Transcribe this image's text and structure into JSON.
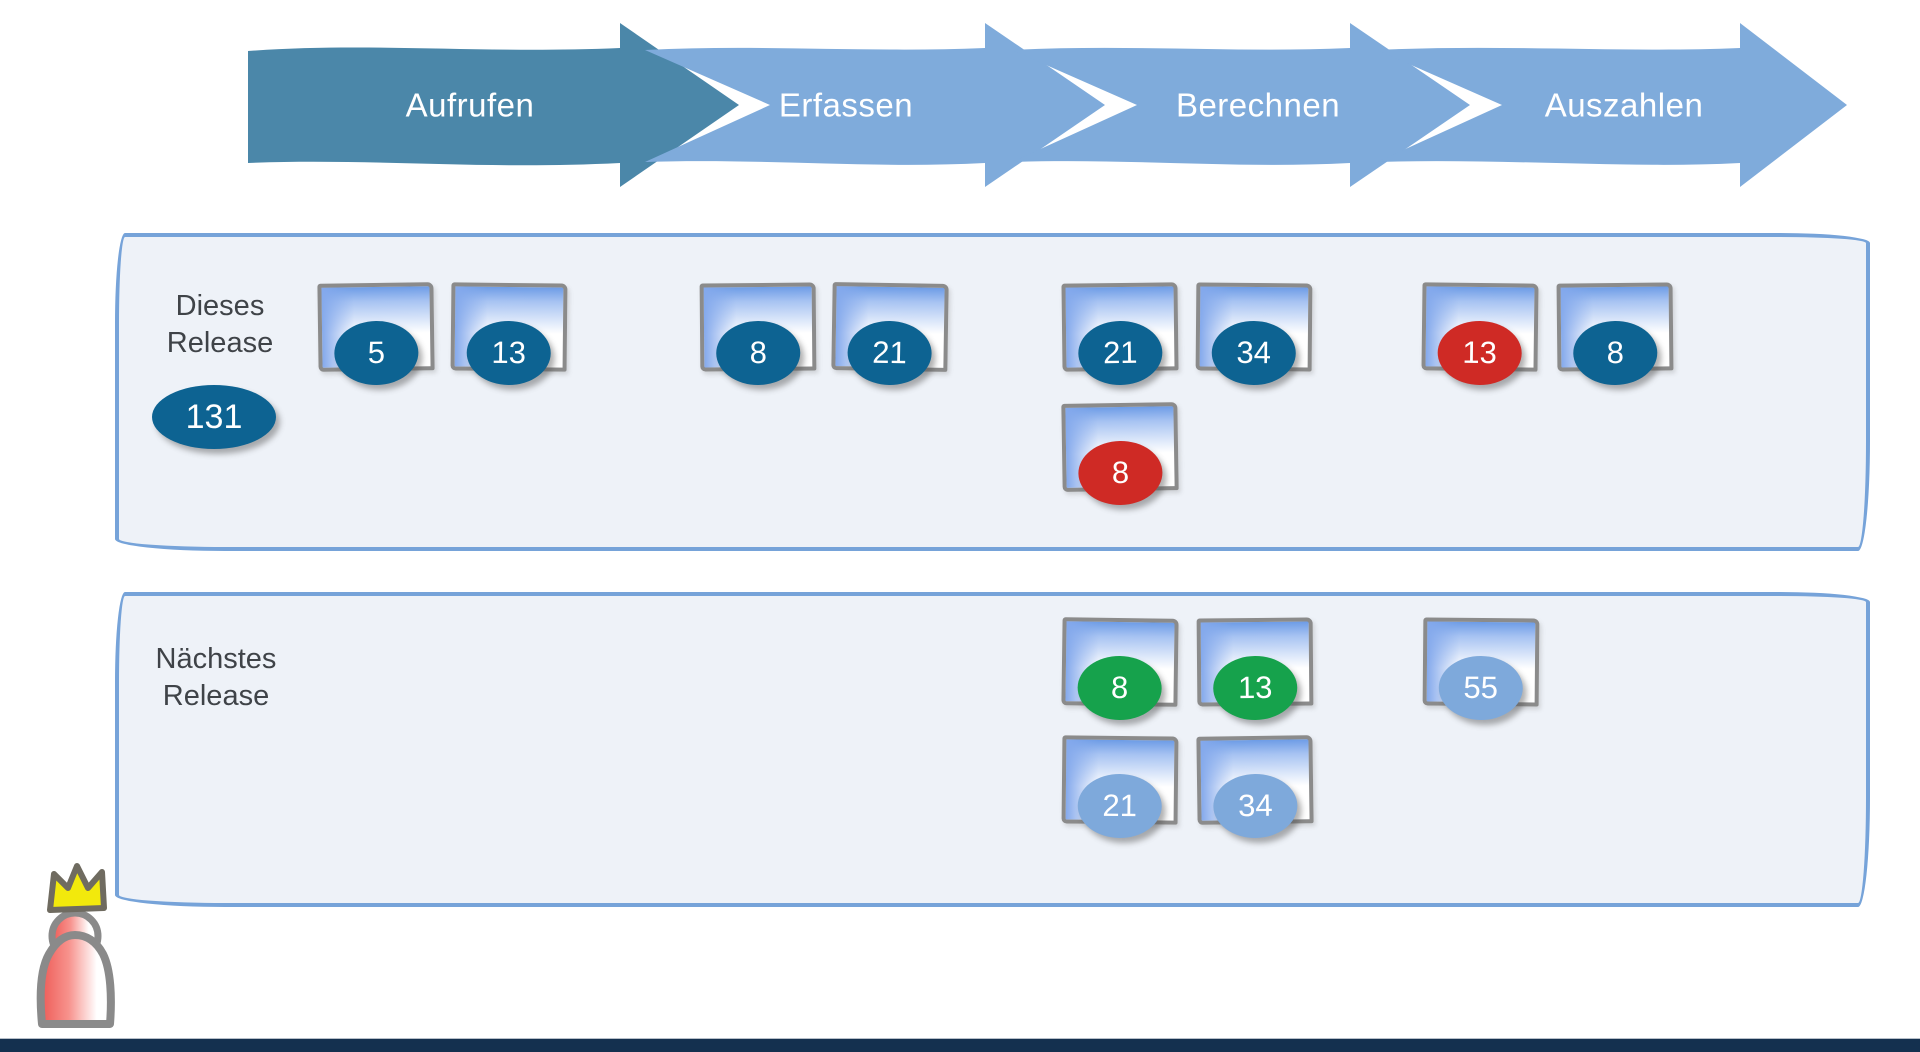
{
  "process": {
    "steps": [
      {
        "label": "Aufrufen",
        "highlighted": true
      },
      {
        "label": "Erfassen",
        "highlighted": false
      },
      {
        "label": "Berechnen",
        "highlighted": false
      },
      {
        "label": "Auszahlen",
        "highlighted": false
      }
    ]
  },
  "lanes": [
    {
      "label_line1": "Dieses",
      "label_line2": "Release",
      "total_points": "131",
      "cards": [
        {
          "value": "5",
          "color": "dark-blue",
          "column": "Aufrufen"
        },
        {
          "value": "13",
          "color": "dark-blue",
          "column": "Aufrufen"
        },
        {
          "value": "8",
          "color": "dark-blue",
          "column": "Erfassen"
        },
        {
          "value": "21",
          "color": "dark-blue",
          "column": "Erfassen"
        },
        {
          "value": "21",
          "color": "dark-blue",
          "column": "Berechnen"
        },
        {
          "value": "34",
          "color": "dark-blue",
          "column": "Berechnen"
        },
        {
          "value": "8",
          "color": "red",
          "column": "Berechnen"
        },
        {
          "value": "13",
          "color": "red",
          "column": "Auszahlen"
        },
        {
          "value": "8",
          "color": "dark-blue",
          "column": "Auszahlen"
        }
      ]
    },
    {
      "label_line1": "Nächstes",
      "label_line2": "Release",
      "cards": [
        {
          "value": "8",
          "color": "green",
          "column": "Berechnen"
        },
        {
          "value": "13",
          "color": "green",
          "column": "Berechnen"
        },
        {
          "value": "21",
          "color": "light-blue",
          "column": "Berechnen"
        },
        {
          "value": "34",
          "color": "light-blue",
          "column": "Berechnen"
        },
        {
          "value": "55",
          "color": "light-blue",
          "column": "Auszahlen"
        }
      ]
    }
  ],
  "decorations": {
    "figure_icon": "crowned-figure-icon"
  },
  "colors": {
    "arrow_active": "#4b87a9",
    "arrow_default": "#7fabdb",
    "oval_dark_blue": "#0d6392",
    "oval_red": "#cf2a25",
    "oval_green": "#16a24c",
    "oval_light_blue": "#7ea9db",
    "lane_background": "#eef2f8",
    "lane_border": "#76a3d9",
    "card_border": "#8b8b8b",
    "label_text": "#3f4348",
    "footer_bar": "#14304f",
    "crown_yellow": "#f2e90c",
    "figure_red": "#ee5a56"
  }
}
